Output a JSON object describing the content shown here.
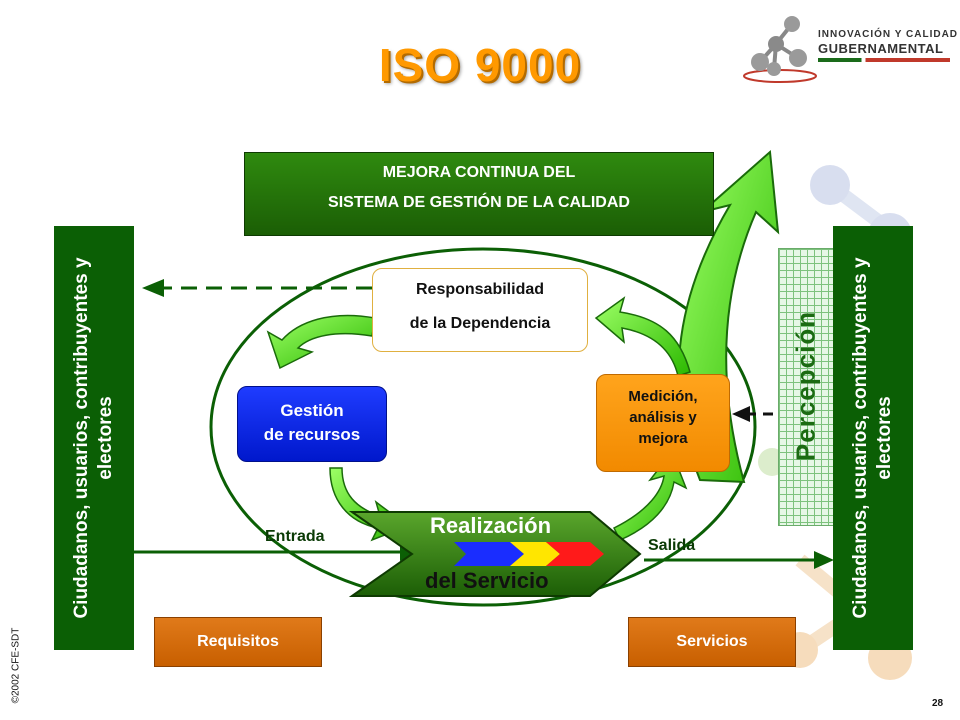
{
  "title": "ISO 9000",
  "logo": {
    "line1": "INNOVACIÓN Y CALIDAD",
    "line2": "GUBERNAMENTAL"
  },
  "mejora": {
    "line1": "MEJORA CONTINUA DEL",
    "line2": "SISTEMA DE GESTIÓN DE LA CALIDAD"
  },
  "left_bar": {
    "line1": "Ciudadanos, usuarios, contribuyentes y",
    "line2": "electores"
  },
  "right_bar": {
    "line1": "Ciudadanos, usuarios, contribuyentes y",
    "line2": "electores"
  },
  "percepcion": "Percepción",
  "responsabilidad": {
    "line1": "Responsabilidad",
    "line2": "de la Dependencia"
  },
  "gestion": {
    "line1": "Gestión",
    "line2": "de recursos"
  },
  "medicion": {
    "line1": "Medición,",
    "line2": "análisis y",
    "line3": "mejora"
  },
  "realizacion": {
    "line1": "Realización",
    "line2": "del Servicio"
  },
  "entrada": "Entrada",
  "salida": "Salida",
  "requisitos": "Requisitos",
  "servicios": "Servicios",
  "footer": {
    "copyright": "©2002 CFE-SDT",
    "page": "28"
  },
  "colors": {
    "green": "#0b5f05",
    "blue": "#0018cc",
    "orange": "#f28a00",
    "title": "#ff9900"
  }
}
